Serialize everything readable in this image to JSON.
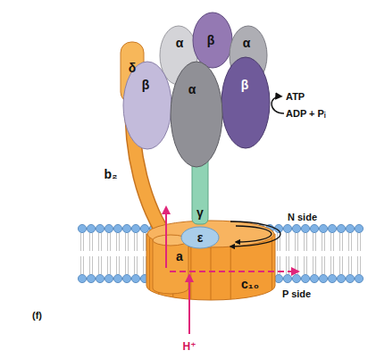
{
  "diagram": {
    "nodes": [
      {
        "text": [
          "α"
        ]
      },
      {
        "text": [
          "β"
        ]
      },
      {
        "text": [
          "α"
        ]
      },
      {
        "text": [
          "β"
        ]
      },
      {
        "text": [
          "α"
        ]
      },
      {
        "text": [
          "β"
        ]
      },
      {
        "text": [
          "δ"
        ]
      },
      {
        "text": [
          "b₂"
        ]
      },
      {
        "text": [
          "γ"
        ]
      },
      {
        "text": [
          "ε"
        ]
      },
      {
        "text": [
          "a"
        ]
      },
      {
        "text": [
          "c₁₀"
        ]
      }
    ],
    "labels": [
      "ATP",
      "ADP + Pᵢ",
      "N side",
      "P side",
      "H⁺",
      "(f)"
    ]
  }
}
